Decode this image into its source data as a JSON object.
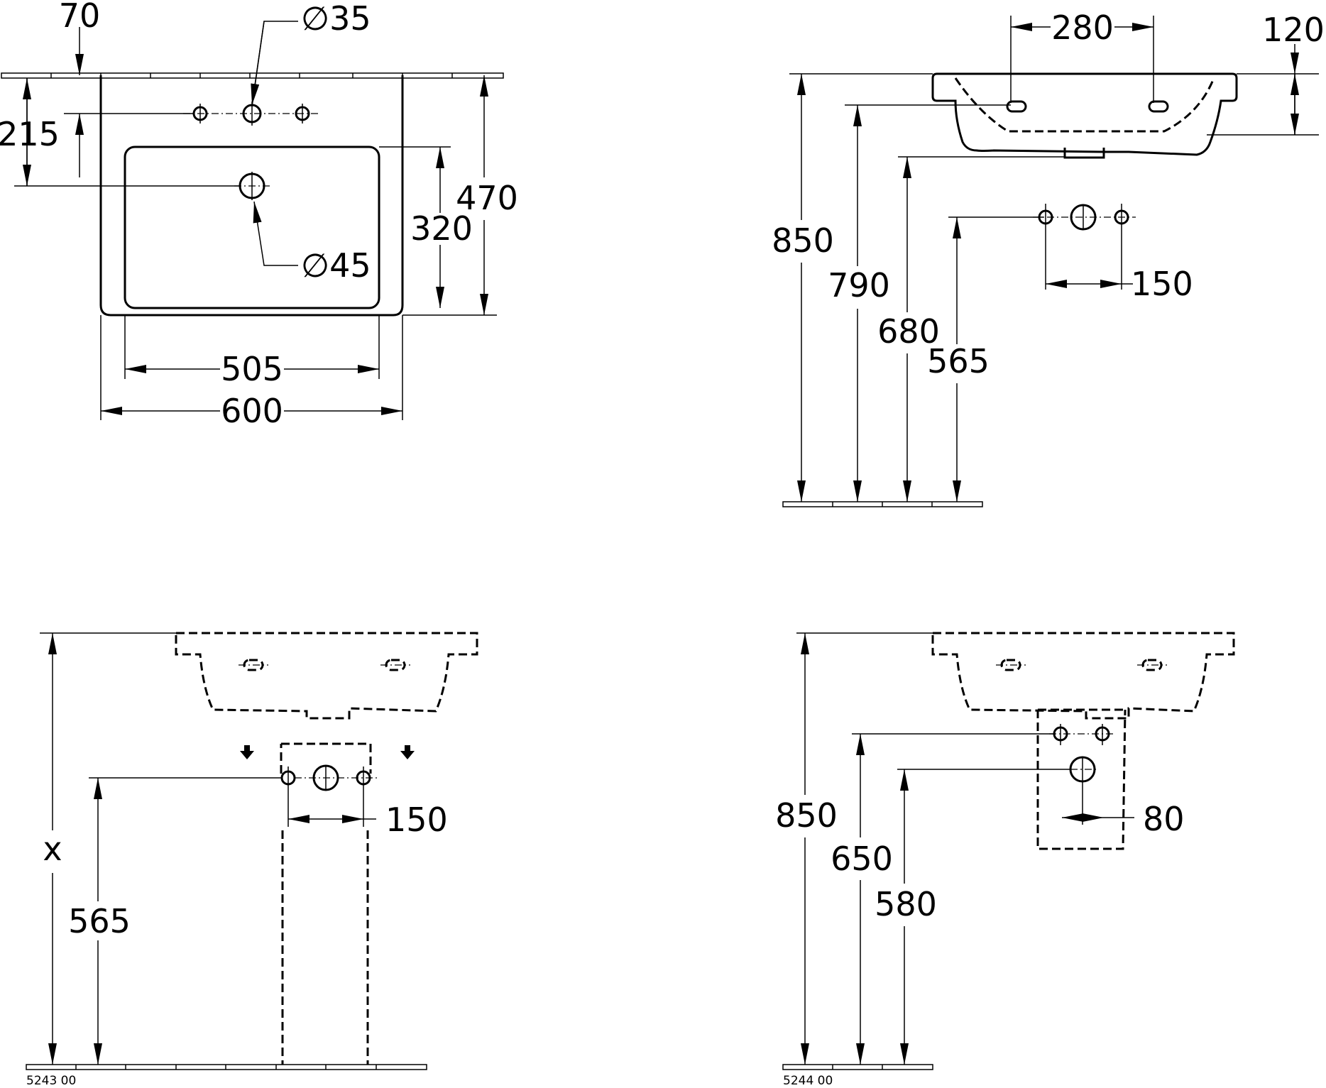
{
  "views": {
    "top": {
      "d70": "70",
      "d35": "∅35",
      "d215": "215",
      "d470": "470",
      "d320": "320",
      "d45": "∅45",
      "d505": "505",
      "d600": "600"
    },
    "side": {
      "d280": "280",
      "d120": "120",
      "d850": "850",
      "d790": "790",
      "d680": "680",
      "d565": "565",
      "d150": "150"
    },
    "pedestal": {
      "dx": "x",
      "d565": "565",
      "d150": "150",
      "code": "5243 00"
    },
    "semi": {
      "d850": "850",
      "d650": "650",
      "d580": "580",
      "d80": "80",
      "code": "5244 00"
    }
  },
  "colors": {
    "line": "#000000",
    "background": "#ffffff"
  }
}
